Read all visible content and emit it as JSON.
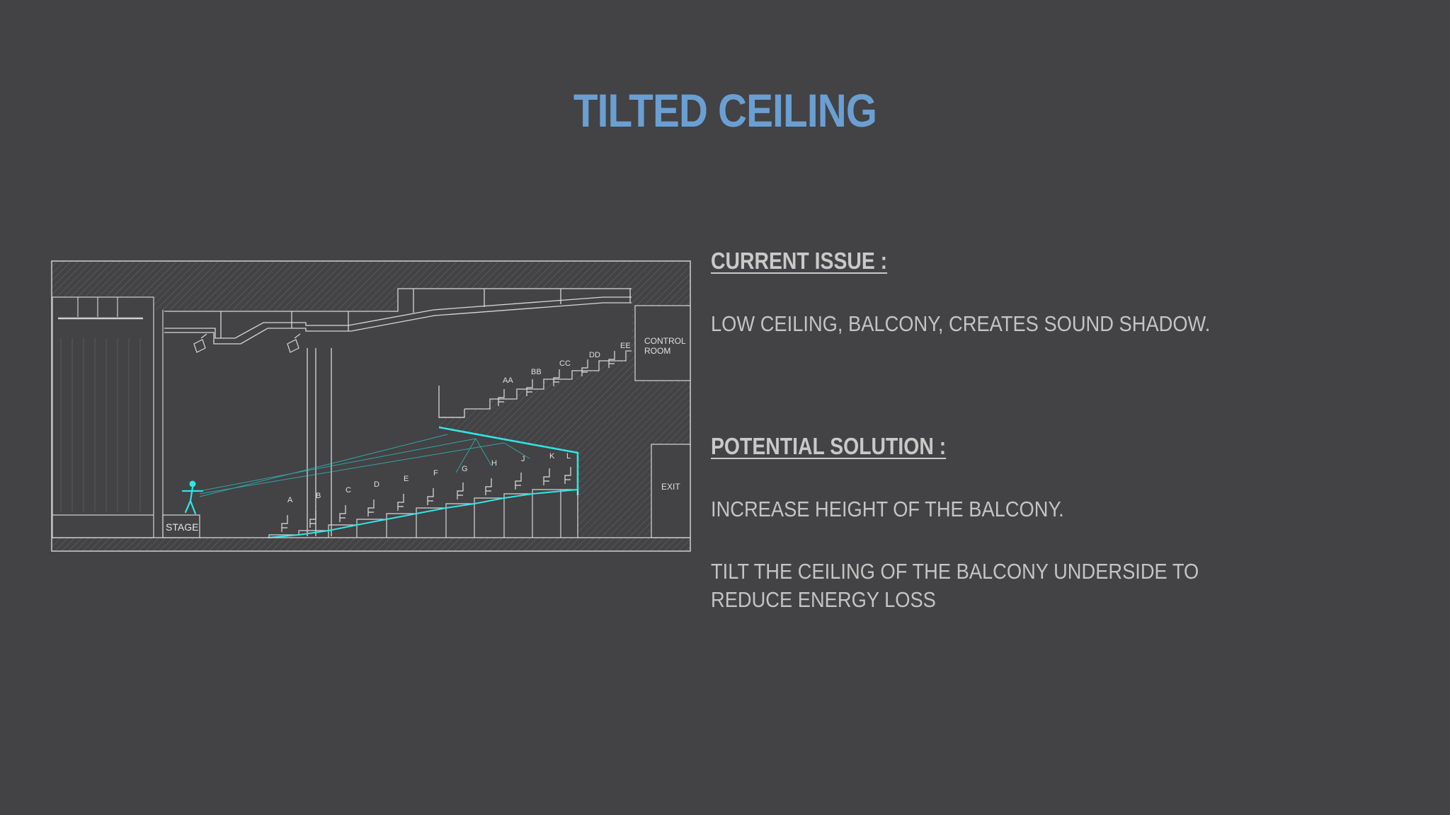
{
  "title": "TILTED CEILING",
  "diagram": {
    "stage_label": "STAGE",
    "control_room_label": [
      "CONTROL",
      "ROOM"
    ],
    "exit_label": "EXIT",
    "lower_rows": [
      "A",
      "B",
      "C",
      "D",
      "E",
      "F",
      "G",
      "H",
      "J",
      "K",
      "L"
    ],
    "balcony_rows": [
      "AA",
      "BB",
      "CC",
      "DD",
      "EE"
    ]
  },
  "current_issue": {
    "heading": "CURRENT ISSUE :",
    "text": "LOW CEILING, BALCONY, CREATES SOUND SHADOW."
  },
  "potential_solution": {
    "heading": "POTENTIAL SOLUTION :",
    "points": [
      "INCREASE HEIGHT OF THE BALCONY.",
      "TILT THE CEILING OF THE BALCONY UNDERSIDE TO REDUCE ENERGY LOSS"
    ]
  },
  "colors": {
    "background": "#434244",
    "title": "#6a9fd3",
    "drawing_lines": "#d8d8d8",
    "highlight": "#2ee6e6"
  }
}
